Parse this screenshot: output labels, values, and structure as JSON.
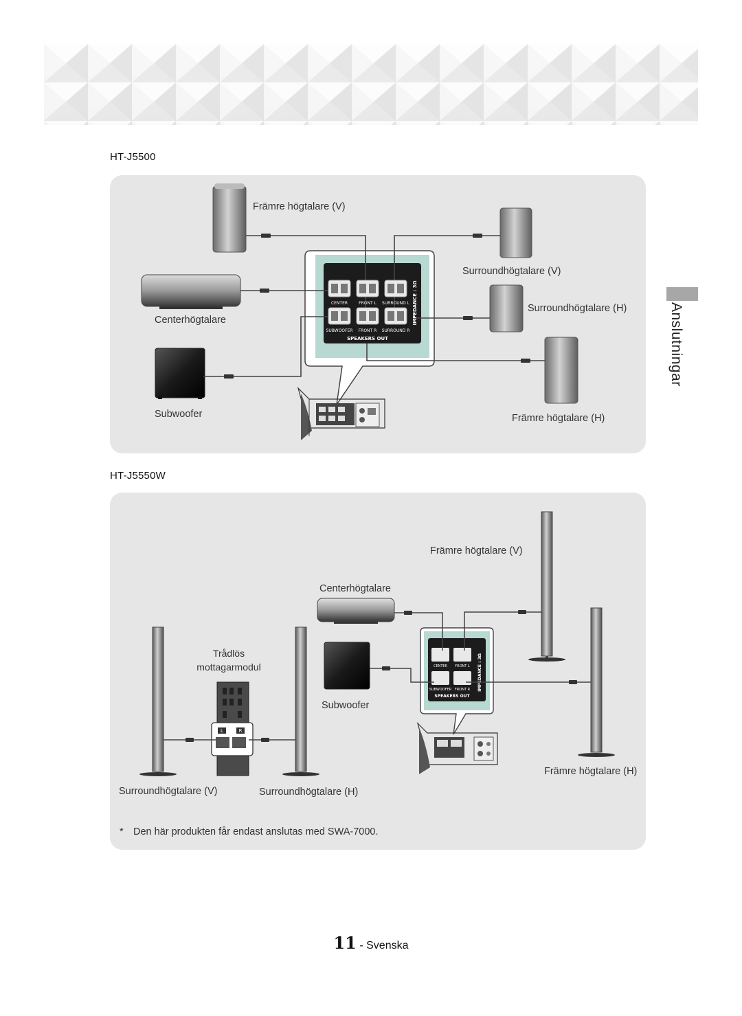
{
  "section_tab": "Anslutningar",
  "diagram1": {
    "model": "HT-J5500",
    "labels": {
      "front_left": "Främre högtalare (V)",
      "surround_left": "Surroundhögtalare (V)",
      "surround_right": "Surroundhögtalare (H)",
      "center": "Centerhögtalare",
      "subwoofer": "Subwoofer",
      "front_right": "Främre högtalare (H)"
    },
    "terminal": {
      "center": "CENTER",
      "front_l": "FRONT L",
      "surround_l": "SURROUND L",
      "subwoofer": "SUBWOOFER",
      "front_r": "FRONT R",
      "surround_r": "SURROUND R",
      "speakers_out": "SPEAKERS OUT",
      "impedance": "IMPEDANCE : 3Ω"
    }
  },
  "diagram2": {
    "model": "HT-J5550W",
    "labels": {
      "front_left": "Främre högtalare (V)",
      "center": "Centerhögtalare",
      "wireless_line1": "Trådlös",
      "wireless_line2": "mottagarmodul",
      "subwoofer": "Subwoofer",
      "front_right": "Främre högtalare (H)",
      "surround_left": "Surroundhögtalare (V)",
      "surround_right": "Surroundhögtalare (H)"
    },
    "module_terminal": {
      "l": "L",
      "r": "R"
    },
    "note_marker": "*",
    "note": "Den här produkten får endast anslutas med SWA-7000."
  },
  "footer": {
    "page_number": "11",
    "separator": "-",
    "language": "Svenska"
  },
  "colors": {
    "panel": "#e6e6e6",
    "tab": "#a7a7a7",
    "terminal_bg": "#b7d9d1",
    "terminal_plate": "#1c1c1c",
    "wire": "#444444"
  }
}
